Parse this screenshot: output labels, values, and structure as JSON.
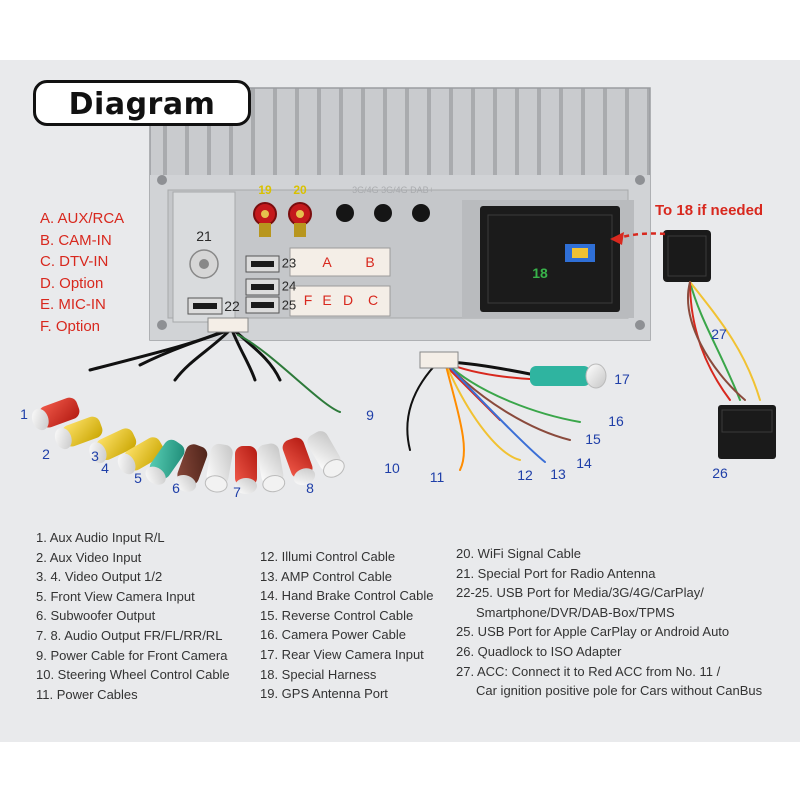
{
  "header": {
    "title": "Diagram"
  },
  "port_legend": [
    "A. AUX/RCA",
    "B. CAM-IN",
    "C. DTV-IN",
    "D. Option",
    "E. MIC-IN",
    "F. Option"
  ],
  "callout": {
    "text": "To 18 if needed"
  },
  "unit": {
    "label_21": "21",
    "label_22": "22",
    "label_23": "23",
    "label_24": "24",
    "label_25": "25",
    "label_18": "18",
    "label_19": "19",
    "label_20": "20",
    "faint_text": "3G/4G  3G/4G  DAB+",
    "plug_a": "A",
    "plug_b": "B",
    "plug_c": "C",
    "plug_d": "D",
    "plug_e": "E",
    "plug_f": "F"
  },
  "cable_numbers": [
    "1",
    "2",
    "3",
    "4",
    "5",
    "6",
    "7",
    "8",
    "9",
    "10",
    "11",
    "12",
    "13",
    "14",
    "15",
    "16",
    "17",
    "26",
    "27"
  ],
  "descriptions": {
    "col1": [
      "1. Aux Audio Input R/L",
      "2. Aux Video Input",
      "3. 4. Video Output 1/2",
      "5. Front View Camera Input",
      "6. Subwoofer Output",
      "7. 8. Audio Output FR/FL/RR/RL",
      "9. Power Cable for Front Camera",
      "10. Steering Wheel Control Cable",
      "11. Power Cables"
    ],
    "col2": [
      "12. Illumi Control Cable",
      "13. AMP Control Cable",
      "14. Hand Brake Control Cable",
      "15. Reverse Control Cable",
      "16. Camera Power Cable",
      "17. Rear View Camera Input",
      "18. Special Harness",
      "19. GPS Antenna Port"
    ],
    "col3": [
      "20. WiFi Signal Cable",
      "21. Special Port for Radio Antenna",
      "22-25. USB Port for Media/3G/4G/CarPlay/",
      "Smartphone/DVR/DAB-Box/TPMS",
      "25. USB Port  for Apple CarPlay or  Android Auto",
      "26. Quadlock to ISO Adapter",
      "27.  ACC: Connect it to Red ACC from No. 11 /",
      "Car ignition positive pole for Cars without CanBus"
    ]
  },
  "colors": {
    "background": "#e9eaec",
    "legend_red": "#d8281e",
    "number_blue": "#1f3fa8",
    "green_label": "#38b34a",
    "yellow_label": "#d9c100"
  }
}
